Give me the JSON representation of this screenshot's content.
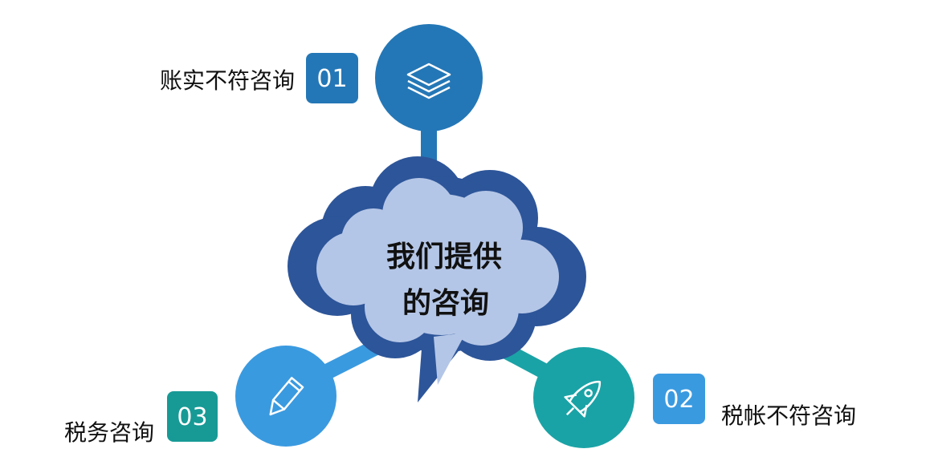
{
  "center": {
    "line1": "我们提供",
    "line2": "的咨询"
  },
  "items": [
    {
      "number": "01",
      "label": "账实不符咨询",
      "icon": "layers-icon"
    },
    {
      "number": "02",
      "label": "税帐不符咨询",
      "icon": "rocket-icon"
    },
    {
      "number": "03",
      "label": "税务咨询",
      "icon": "pencil-icon"
    }
  ],
  "colors": {
    "item1": "#2477b6",
    "item2": "#1aa3a6",
    "item3": "#3a9ae0",
    "badge3": "#179a96",
    "cloud_outer": "#2d5599",
    "cloud_inner": "#b4c6e7"
  }
}
